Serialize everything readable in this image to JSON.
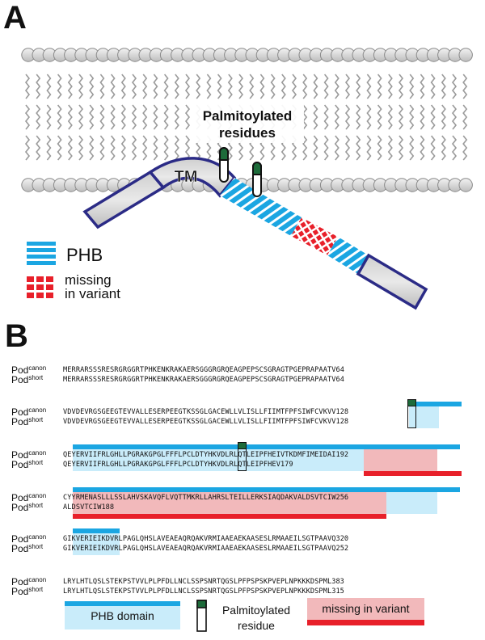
{
  "panels": {
    "a": "A",
    "b": "B"
  },
  "colors": {
    "phb": "#1ba6e2",
    "phb_light": "#c9ecfa",
    "missing": "#e8202a",
    "missing_light": "#f2b9bb",
    "tm_outline": "#2b2b86",
    "palm_green": "#1d6b3a"
  },
  "panel_a": {
    "tm_label": "TM",
    "palm_label_line1": "Palmitoylated",
    "palm_label_line2": "residues",
    "legend_phb": "PHB",
    "legend_missing_line1": "missing",
    "legend_missing_line2": "in variant"
  },
  "alignment": {
    "label_base": "Pod",
    "label_canon": "canon",
    "label_short": "short",
    "blocks": [
      {
        "canon": "MERRARSSSRESRGRGGRTPHKENKRAKAERSGGGRGRQEAGPEPSCSGRAGTPGEPRAPAATV",
        "canon_num": "64",
        "short": "MERRARSSSRESRGRGGRTPHKENKRAKAERSGGGRGRQEAGPEPSCSGRAGTPGEPRAPAATV",
        "short_num": "64"
      },
      {
        "canon": "VDVDEVRGSGEEGTEVVALLESERPEEGTKSSGLGACEWLLVLISLLFIIMTFPFSIWFCVKVV",
        "canon_num": "128",
        "short": "VDVDEVRGSGEEGTEVVALLESERPEEGTKSSGLGACEWLLVLISLLFIIMTFPFSIWFCVKVV",
        "short_num": "128"
      },
      {
        "canon": "QEYERVIIFRLGHLLPGRAKGPGLFFFLPCLDTYHKVDLRLQTLEIPFHEIVTKDMFIMEIDAI",
        "canon_num": "192",
        "short": "QEYERVIIFRLGHLLPGRAKGPGLFFFLPCLDTYHKVDLRLQTLEIPFHEV",
        "short_num": "179"
      },
      {
        "canon": "CYYRMENASLLLSSLAHVSKAVQFLVQTTMKRLLAHRSLTEILLERKSIAQDAKVALDSVTCIW",
        "canon_num": "256",
        "short": "ALDSVTCIW",
        "short_num": "188"
      },
      {
        "canon": "GIKVERIEIKDVRLPAGLQHSLAVEAEAQRQAKVRMIAAEAEKAASESLRMAAEILSGTPAAVQ",
        "canon_num": "320",
        "short": "GIKVERIEIKDVRLPAGLQHSLAVEAEAQRQAKVRMIAAEAEKAASESLRMAAEILSGTPAAVQ",
        "short_num": "252"
      },
      {
        "canon": "LRYLHTLQSLSTEKPSTVVLPLPFDLLNCLSSPSNRTQGSLPFPSPSKPVEPLNPKKKDSPML",
        "canon_num": "383",
        "short": "LRYLHTLQSLSTEKPSTVVLPLPFDLLNCLSSPSNRTQGSLPFPSPSKPVEPLNPKKKDSPML",
        "short_num": "315"
      }
    ]
  },
  "legend_b": {
    "phb": "PHB domain",
    "palm_line1": "Palmitoylated",
    "palm_line2": "residue",
    "missing": "missing in variant"
  }
}
